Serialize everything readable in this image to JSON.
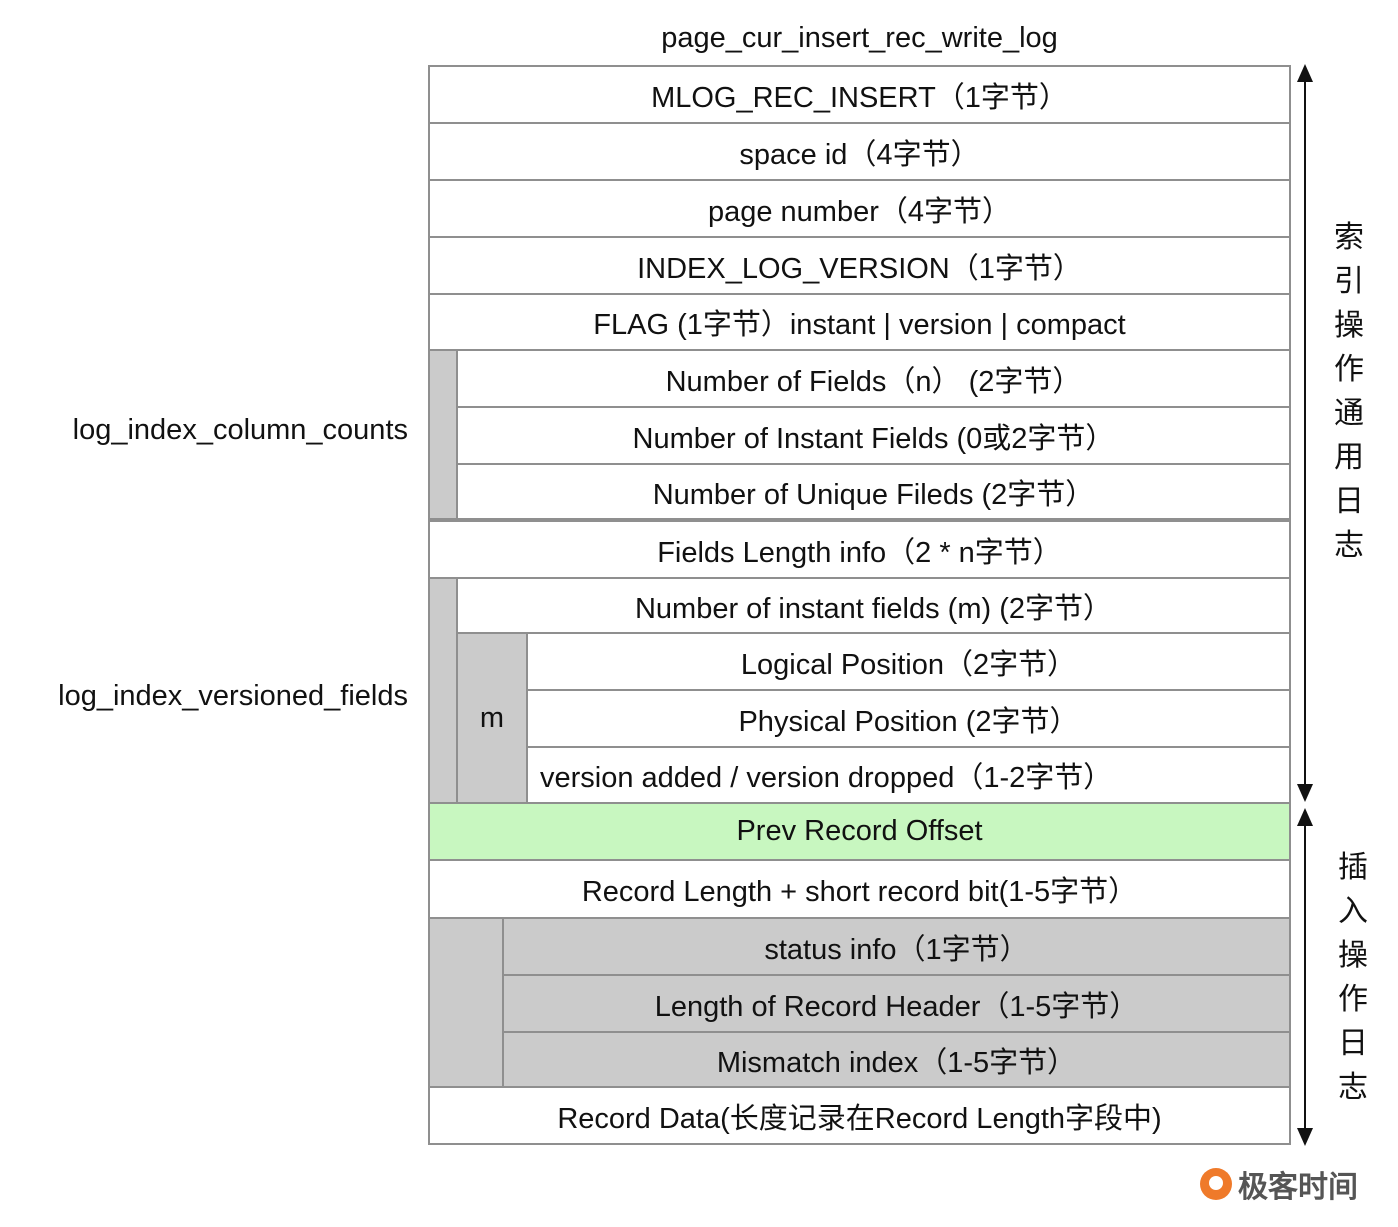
{
  "title": "page_cur_insert_rec_write_log",
  "rows": [
    "MLOG_REC_INSERT（1字节）",
    "space id（4字节）",
    "page number（4字节）",
    "INDEX_LOG_VERSION（1字节）",
    "FLAG (1字节）instant | version | compact",
    "Number of Fields（n） (2字节）",
    "Number of Instant Fields (0或2字节）",
    "Number of Unique Fileds (2字节）",
    "Fields Length info（2 * n字节）",
    "Number of instant fields (m) (2字节）",
    "Logical Position（2字节）",
    "Physical Position (2字节）",
    "version added / version dropped（1-2字节）",
    "Prev Record Offset",
    "Record Length + short record bit(1-5字节）",
    "status info（1字节）",
    "Length of Record Header（1-5字节）",
    "Mismatch index（1-5字节）",
    "Record Data(长度记录在Record Length字段中)"
  ],
  "m_label": "m",
  "side_labels": {
    "column_counts": "log_index_column_counts",
    "versioned_fields": "log_index_versioned_fields"
  },
  "right_labels": {
    "top": "索引操作通用日志",
    "bottom": "插入操作日志"
  },
  "logo_text": "极客时间",
  "colors": {
    "gray": "#cbcbcb",
    "green": "#c8f7c0",
    "border": "#8f8f8f",
    "logo": "#ef7a2a"
  }
}
